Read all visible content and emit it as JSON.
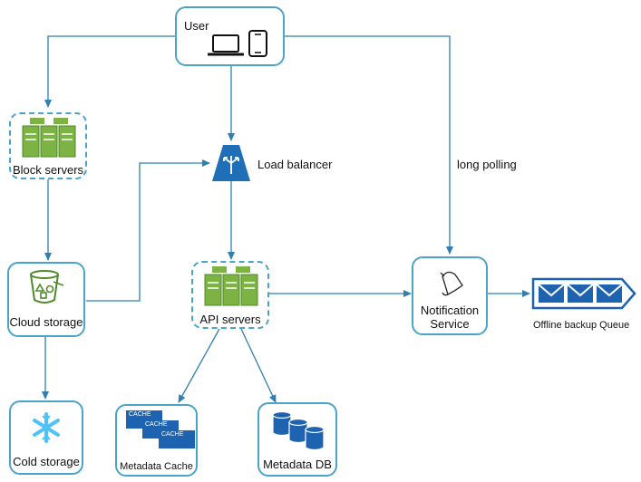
{
  "nodes": {
    "user": "User",
    "block_servers": "Block servers",
    "load_balancer": "Load balancer",
    "long_polling": "long polling",
    "cloud_storage": "Cloud storage",
    "api_servers": "API servers",
    "notification_line1": "Notification",
    "notification_line2": "Service",
    "offline_queue": "Offline backup Queue",
    "cold_storage": "Cold storage",
    "metadata_cache": "Metadata Cache",
    "metadata_db": "Metadata DB",
    "cache_tag": "CACHE"
  },
  "colors": {
    "border": "#4aa3c8",
    "arrow": "#2f7fb0",
    "server_green": "#7cb342",
    "server_dark": "#4e8a2a",
    "lb_blue": "#1f6fb8",
    "db_blue": "#1e63b0",
    "snow": "#4fc3f7"
  }
}
